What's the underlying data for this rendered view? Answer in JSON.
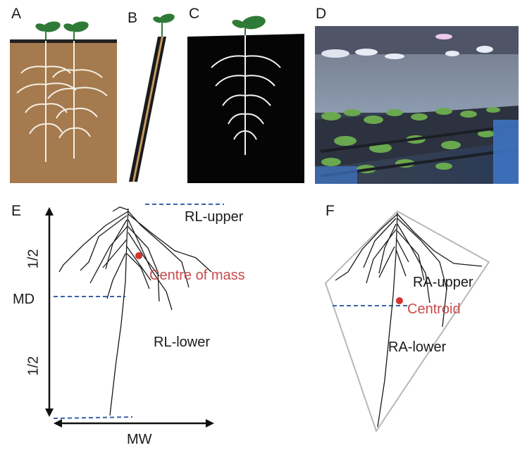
{
  "panels": {
    "a": "A",
    "b": "B",
    "c": "C",
    "d": "D",
    "e": "E",
    "f": "F"
  },
  "panel_e": {
    "rl_upper": "RL-upper",
    "rl_lower": "RL-lower",
    "centre_of_mass": "Centre of mass",
    "md": "MD",
    "mw": "MW",
    "half_top": "1/2",
    "half_bottom": "1/2"
  },
  "panel_f": {
    "ra_upper": "RA-upper",
    "ra_lower": "RA-lower",
    "centroid": "Centroid"
  },
  "colors": {
    "soil": "#a57a4f",
    "leaf": "#2f7a36",
    "dashed": "#3a62a8",
    "red_dot": "#d33333",
    "red_text": "#c94a4a",
    "hull": "#b8b8b8"
  }
}
